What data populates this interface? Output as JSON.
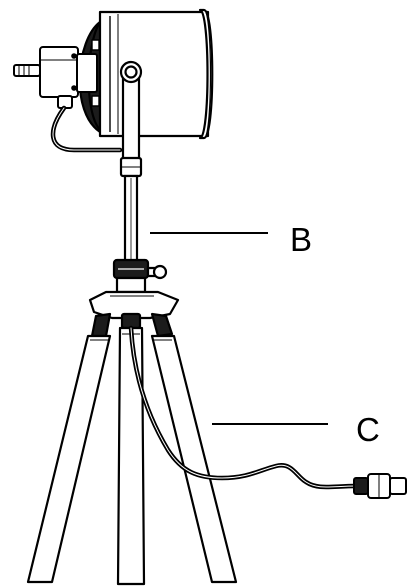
{
  "callouts": [
    {
      "id": "B",
      "label": "B"
    },
    {
      "id": "C",
      "label": "C"
    }
  ],
  "colors": {
    "line": "#000000",
    "background": "#ffffff",
    "lamp_interior": "#1c1c1c"
  }
}
